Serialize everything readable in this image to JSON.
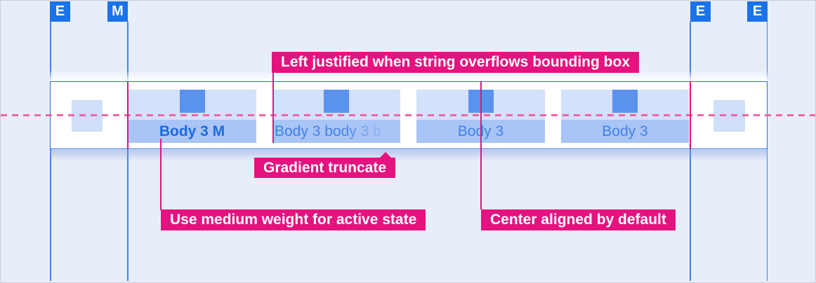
{
  "margin_badges": [
    {
      "label": "E"
    },
    {
      "label": "M"
    },
    {
      "label": "E"
    },
    {
      "label": "E"
    }
  ],
  "tab_bar": {
    "tabs": [
      {
        "label": "Body 3 M",
        "state": "active-medium-weight"
      },
      {
        "label": "Body 3 body 3 b",
        "state": "overflow-gradient-truncated"
      },
      {
        "label": "Body 3",
        "state": "default"
      },
      {
        "label": "Body 3",
        "state": "default"
      }
    ]
  },
  "annotations": {
    "left_justified": "Left justified when string overflows bounding box",
    "gradient_truncate": "Gradient truncate",
    "medium_weight": "Use medium weight for active state",
    "center_aligned": "Center aligned by default"
  },
  "colors": {
    "background": "#e8edfa",
    "guide_blue": "#1a73e8",
    "tab_top_fill": "#d3e1fa",
    "tab_bottom_fill": "#a9c4f6",
    "icon_fill": "#5b92ed",
    "active_text": "#1a6be0",
    "inactive_text": "#4281e8",
    "redline_pink": "#e5127f",
    "keyline_dash_pink": "#ef64a6",
    "bar_fill": "#ffffff"
  }
}
